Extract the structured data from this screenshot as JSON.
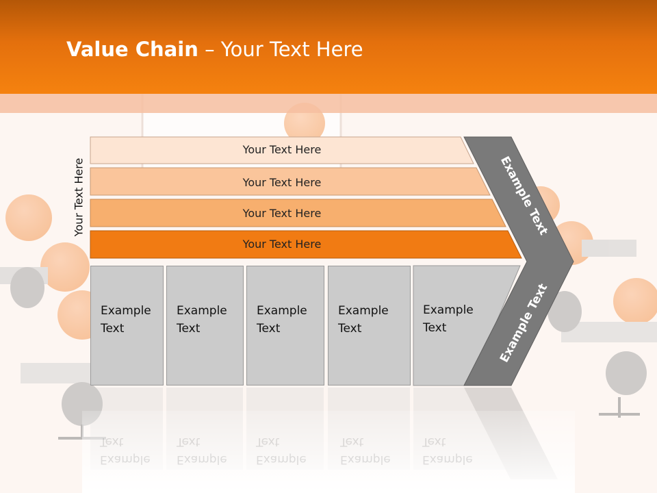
{
  "header": {
    "title_bold": "Value Chain",
    "title_rest": " – Your Text Here"
  },
  "side_label": "Your Text Here",
  "rows": [
    {
      "label": "Your Text Here",
      "color": "#fde5d3"
    },
    {
      "label": "Your Text Here",
      "color": "#fac59b"
    },
    {
      "label": "Your Text Here",
      "color": "#f7af6e"
    },
    {
      "label": "Your Text Here",
      "color": "#f17b13"
    }
  ],
  "boxes": [
    {
      "text": "Example\nText"
    },
    {
      "text": "Example\nText"
    },
    {
      "text": "Example\nText"
    },
    {
      "text": "Example\nText"
    },
    {
      "text": "Example\nText"
    }
  ],
  "chevron": {
    "upper_text": "Example Text",
    "lower_text": "Example Text",
    "color": "#7a7a7a"
  }
}
